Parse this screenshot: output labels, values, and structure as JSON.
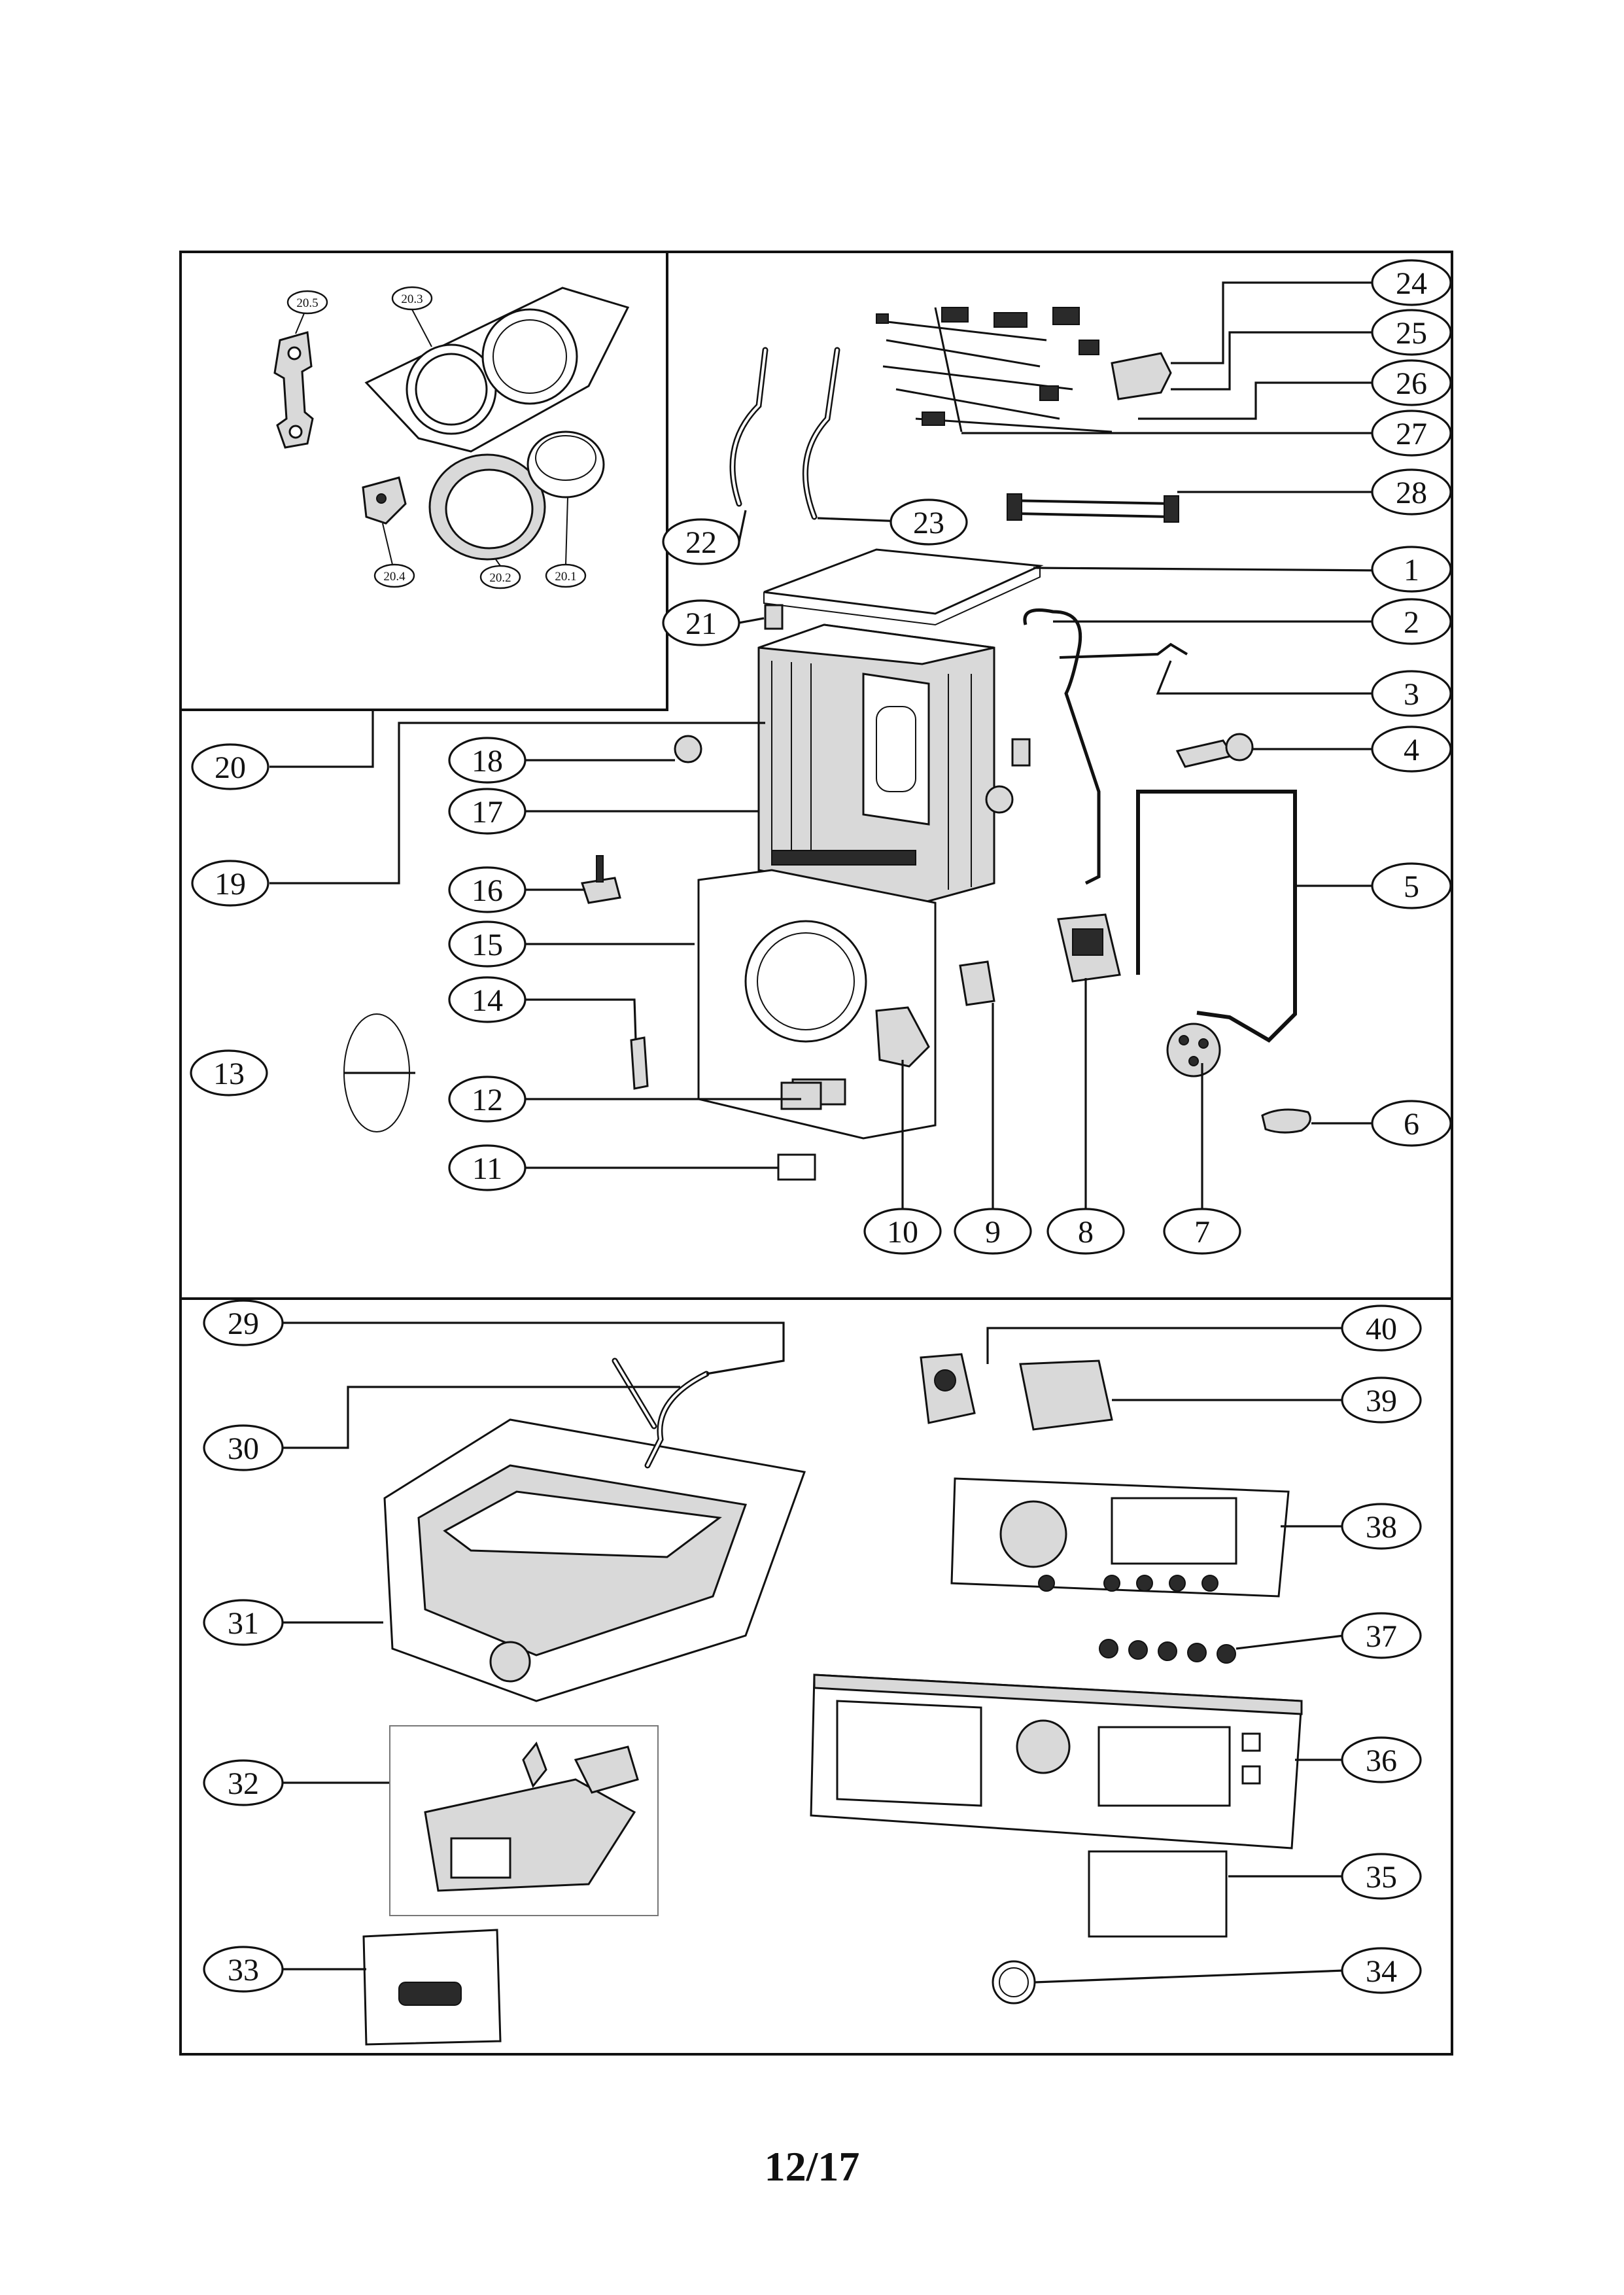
{
  "page_number": "12/17",
  "callouts": [
    "1",
    "2",
    "3",
    "4",
    "5",
    "6",
    "7",
    "8",
    "9",
    "10",
    "11",
    "12",
    "13",
    "14",
    "15",
    "16",
    "17",
    "18",
    "19",
    "20",
    "21",
    "22",
    "23",
    "24",
    "25",
    "26",
    "27",
    "28",
    "29",
    "30",
    "31",
    "32",
    "33",
    "34",
    "35",
    "36",
    "37",
    "38",
    "39",
    "40"
  ],
  "sub_callouts": [
    "20.1",
    "20.2",
    "20.3",
    "20.4",
    "20.5"
  ]
}
